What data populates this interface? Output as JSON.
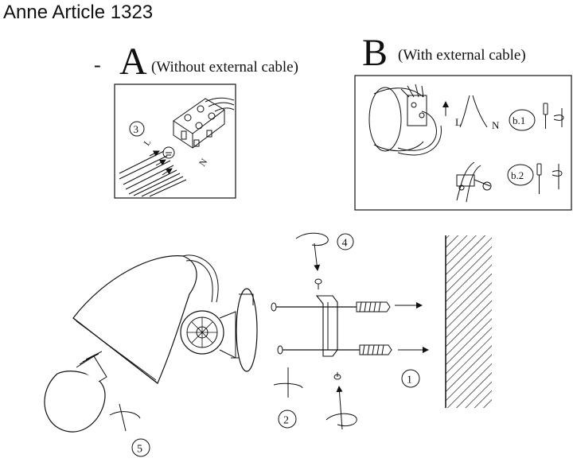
{
  "title": "Anne Article 1323",
  "section_a": {
    "dash": "-",
    "letter": "A",
    "caption": "(Without external cable)",
    "step": "3",
    "wire_labels": {
      "live": "L",
      "neutral": "N"
    }
  },
  "section_b": {
    "letter": "B",
    "caption": "(With external cable)",
    "wire_labels": {
      "live": "L",
      "neutral": "N"
    },
    "sub_steps": [
      "b.1",
      "b.2"
    ]
  },
  "steps": [
    "1",
    "2",
    "4",
    "5"
  ],
  "colors": {
    "line": "#111111",
    "background": "#ffffff"
  },
  "icons": [
    "screwdriver-icon",
    "rotate-arrow-icon",
    "ground-symbol-icon"
  ]
}
